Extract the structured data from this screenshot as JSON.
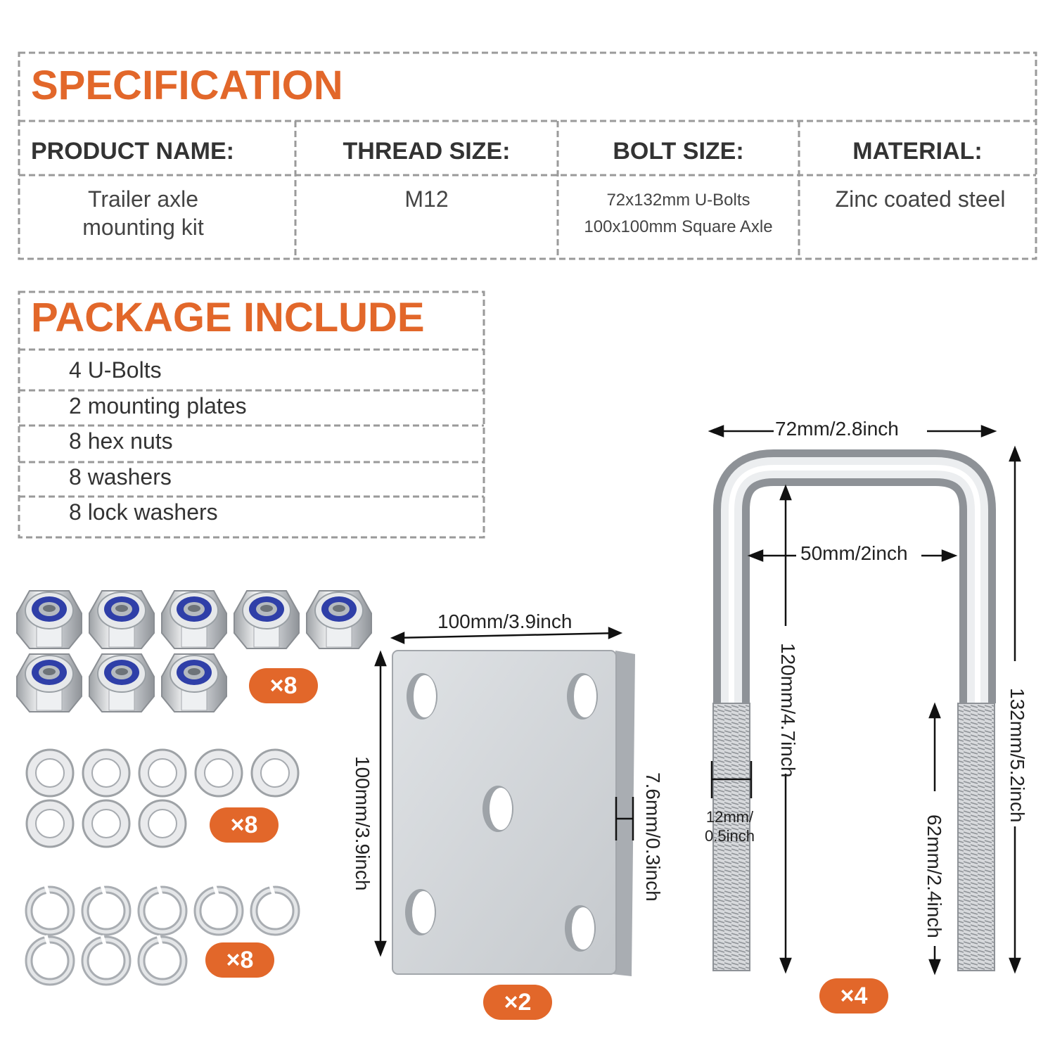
{
  "specification": {
    "title": "SPECIFICATION",
    "headers": [
      "PRODUCT NAME:",
      "THREAD SIZE:",
      "BOLT SIZE:",
      "MATERIAL:"
    ],
    "product_name": [
      "Trailer axle",
      "mounting kit"
    ],
    "thread_size": "M12",
    "bolt_size": [
      "72x132mm U-Bolts",
      "100x100mm Square Axle"
    ],
    "material": "Zinc coated steel"
  },
  "package": {
    "title": "PACKAGE INCLUDE",
    "items": [
      "4 U-Bolts",
      "2 mounting plates",
      "8 hex nuts",
      "8 washers",
      "8 lock washers"
    ]
  },
  "quantities": {
    "nuts": "×8",
    "washers": "×8",
    "lock_washers": "×8",
    "plates": "×2",
    "ubolts": "×4"
  },
  "plate_dims": {
    "width": "100mm/3.9inch",
    "height": "100mm/3.9inch",
    "thickness": "7.6mm/0.3inch"
  },
  "ubolt_dims": {
    "outer_width": "72mm/2.8inch",
    "inner_width": "50mm/2inch",
    "inner_height": "120mm/4.7inch",
    "total_height": "132mm/5.2inch",
    "thread_length": "62mm/2.4inch",
    "diameter": [
      "12mm/",
      "0.5inch"
    ]
  },
  "colors": {
    "accent": "#E2672A",
    "nylon_insert": "#2F3FA8",
    "steel": "#C8CBCF"
  }
}
